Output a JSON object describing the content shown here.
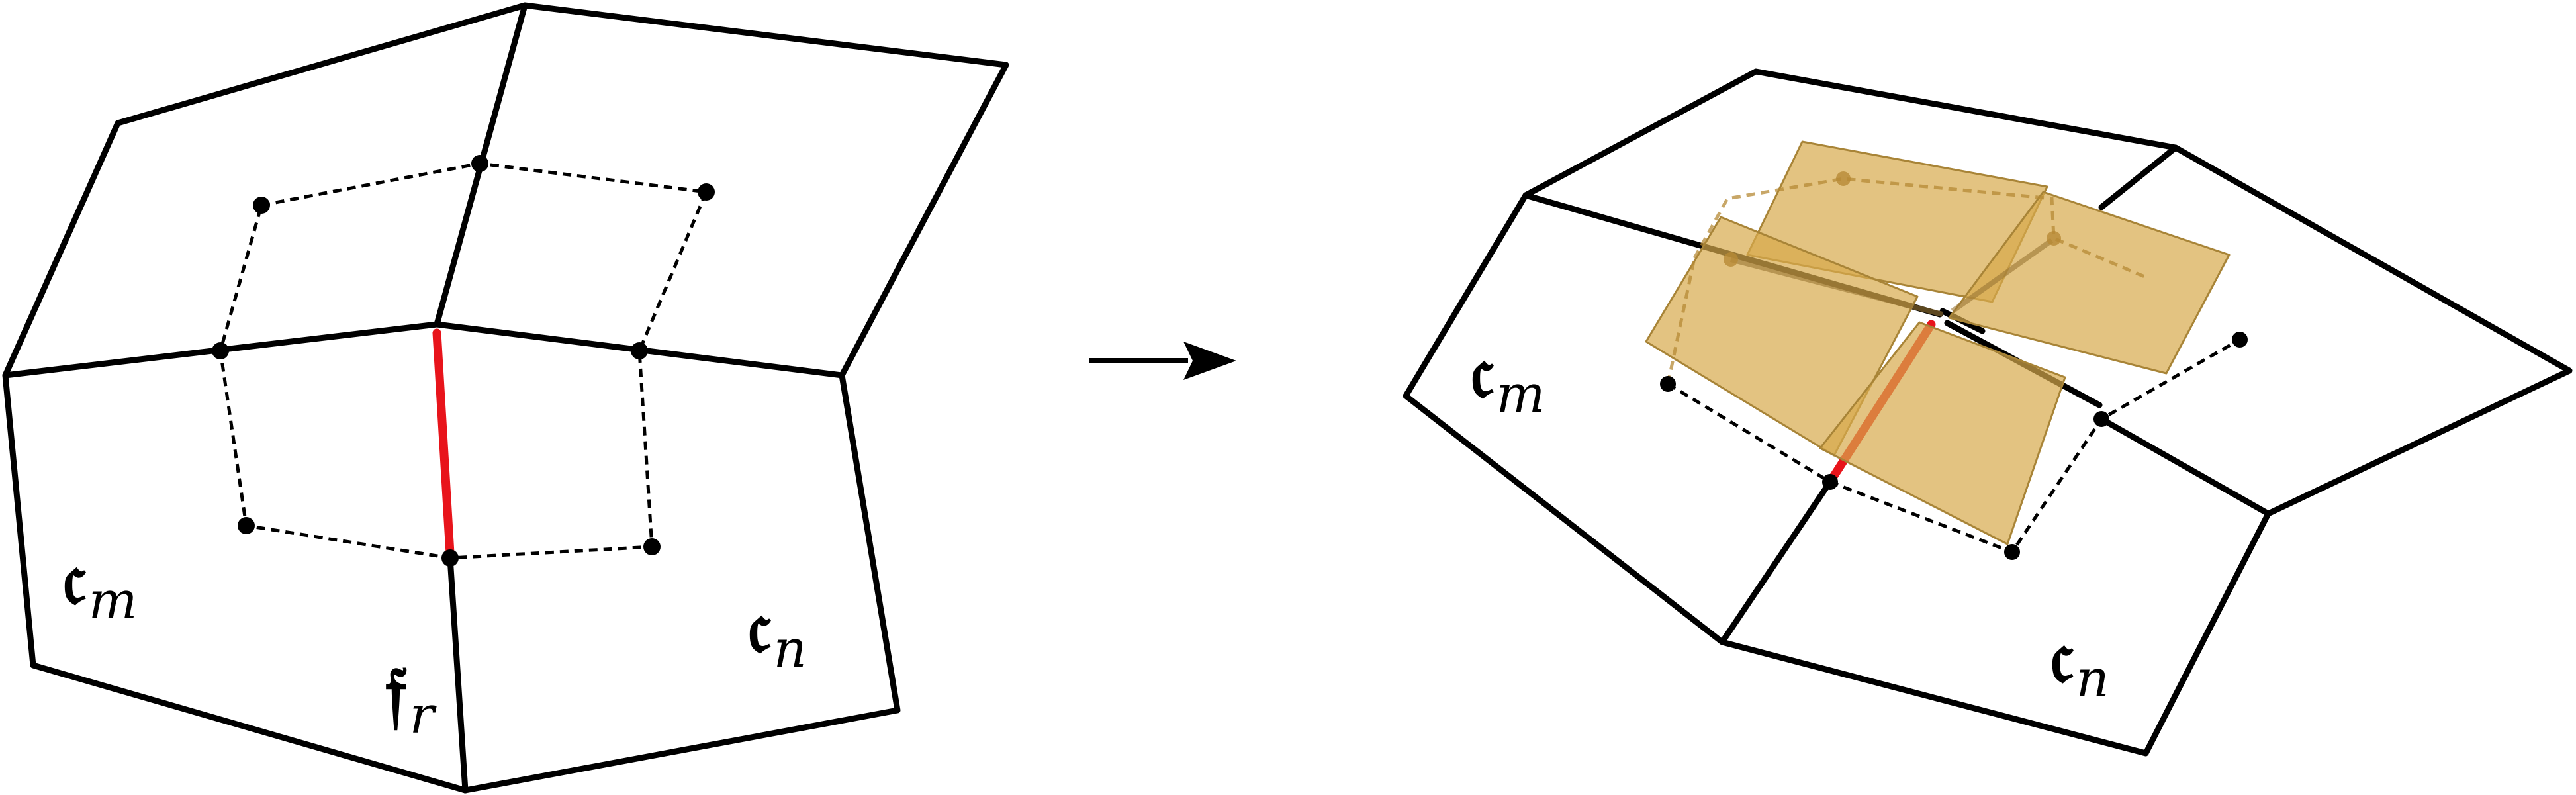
{
  "labels": {
    "cm": {
      "main": "𝔠",
      "sub": "m"
    },
    "cn": {
      "main": "𝔠",
      "sub": "n"
    },
    "fr": {
      "main": "𝔣",
      "sub": "r"
    }
  },
  "colors": {
    "mesh_edge": "#000000",
    "dual_edge": "#000000",
    "highlight_face": "#e8141b",
    "patch_fill": "#d7aa4c",
    "patch_stroke": "#a88437"
  },
  "arrow": {
    "icon": "right-arrow-icon"
  }
}
